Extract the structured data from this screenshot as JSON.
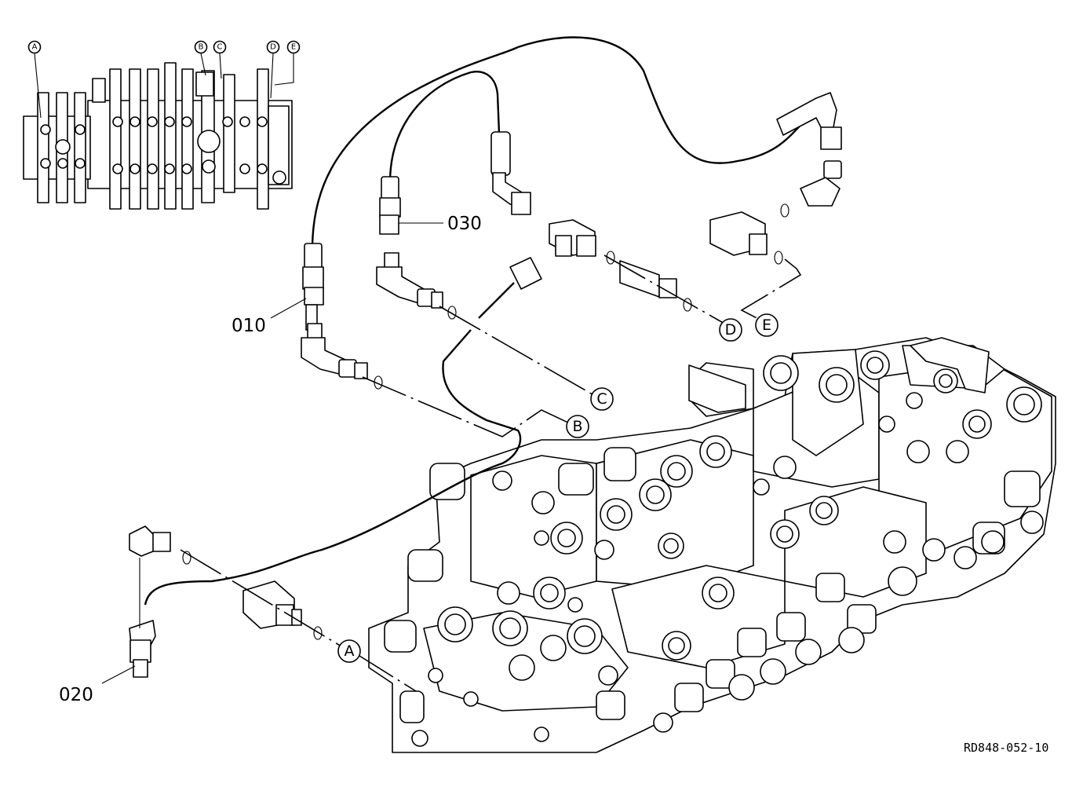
{
  "part_labels": {
    "p010": "010",
    "p020": "020",
    "p030": "030"
  },
  "connection_labels": {
    "a": "A",
    "b": "B",
    "c": "C",
    "d": "D",
    "e": "E"
  },
  "inset_labels": [
    "A",
    "B",
    "C",
    "D",
    "E"
  ],
  "reference_code": "RD848-052-10"
}
